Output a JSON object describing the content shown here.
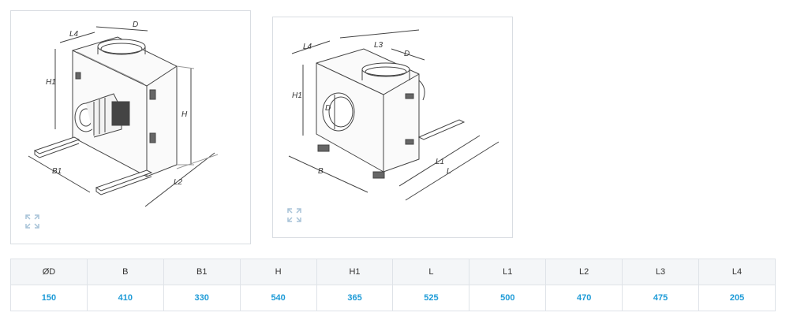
{
  "colors": {
    "accent": "#1e9bd7",
    "line": "#444444",
    "border": "#d9dde2"
  },
  "drawing1": {
    "labels": {
      "l4": "L4",
      "d": "D",
      "h1": "H1",
      "h": "H",
      "b1": "B1",
      "l2": "L2"
    },
    "expand_icon": "expand-icon"
  },
  "drawing2": {
    "labels": {
      "l4": "L4",
      "l3": "L3",
      "d_top": "D",
      "h1": "H1",
      "d_side": "D",
      "b": "B",
      "l1": "L1",
      "l": "L"
    },
    "expand_icon": "expand-icon"
  },
  "table": {
    "headers": [
      "ØD",
      "B",
      "B1",
      "H",
      "H1",
      "L",
      "L1",
      "L2",
      "L3",
      "L4"
    ],
    "values": [
      "150",
      "410",
      "330",
      "540",
      "365",
      "525",
      "500",
      "470",
      "475",
      "205"
    ]
  }
}
